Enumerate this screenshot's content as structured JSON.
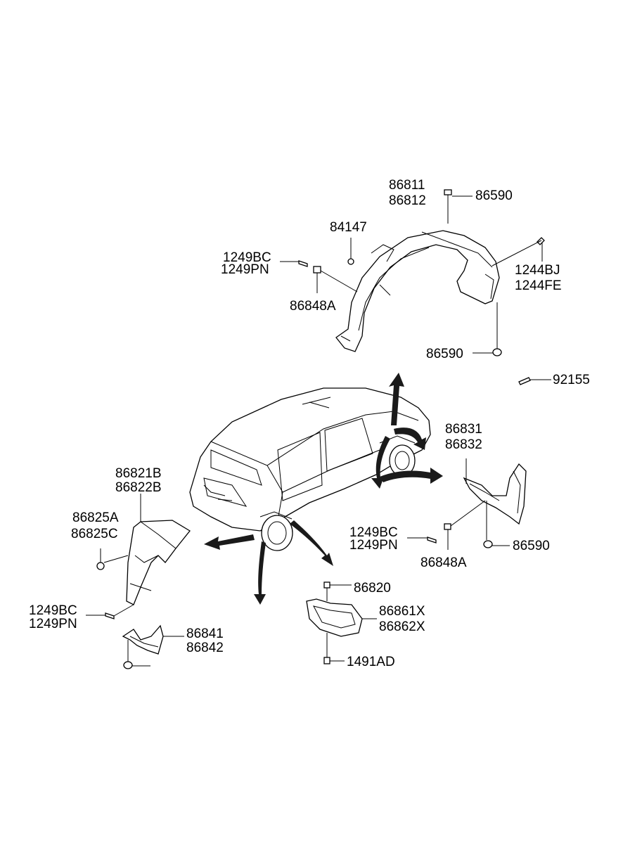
{
  "labels": {
    "p86811": "86811",
    "p86812": "86812",
    "p86590_top": "86590",
    "p84147": "84147",
    "p1249BC_top": "1249BC",
    "p1249PN_top": "1249PN",
    "p1244BJ": "1244BJ",
    "p1244FE": "1244FE",
    "p86848A_top": "86848A",
    "p86590_mid": "86590",
    "p92155": "92155",
    "p86831": "86831",
    "p86832": "86832",
    "p86821B": "86821B",
    "p86822B": "86822B",
    "p86825A": "86825A",
    "p86825C": "86825C",
    "p1249BC_right": "1249BC",
    "p1249PN_right": "1249PN",
    "p86590_right": "86590",
    "p86848A_right": "86848A",
    "p86820": "86820",
    "p86861X": "86861X",
    "p86862X": "86862X",
    "p1249BC_left": "1249BC",
    "p1249PN_left": "1249PN",
    "p86841": "86841",
    "p86842": "86842",
    "p1491AD": "1491AD"
  }
}
